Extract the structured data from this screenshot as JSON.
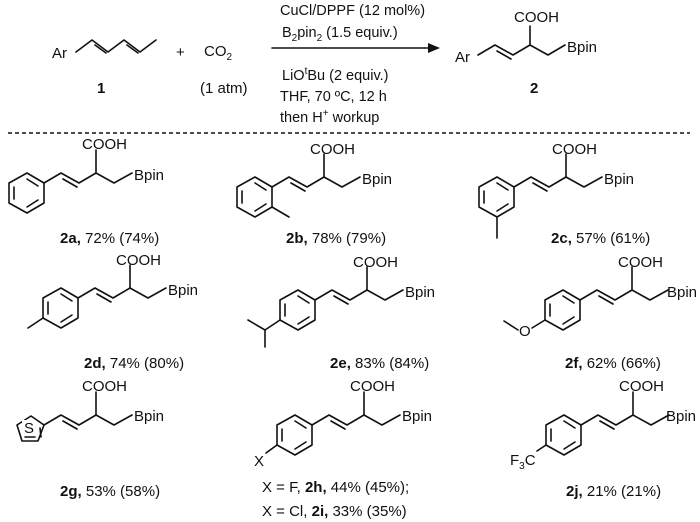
{
  "reaction": {
    "reactant_label": "1",
    "reactant_aryl": "Ar",
    "plus": "+",
    "co2": "CO",
    "co2_sub": "2",
    "co2_pressure": "(1 atm)",
    "conditions": {
      "catalyst": "CuCl/DPPF (12 mol%)",
      "boron_a": "B",
      "boron_sub1": "2",
      "boron_b": "pin",
      "boron_sub2": "2",
      "boron_equiv": " (1.5 equiv.)",
      "base_a": "LiO",
      "base_t": "t",
      "base_b": "Bu (2 equiv.)",
      "solvent": "THF, 70 ºC, 12 h",
      "workup_a": "then H",
      "workup_sup": "+",
      "workup_b": " workup"
    },
    "product_label": "2",
    "product_aryl": "Ar",
    "cooh": "COOH",
    "bpin": "Bpin"
  },
  "products": [
    {
      "id": "2a",
      "yield": "72% (74%)"
    },
    {
      "id": "2b",
      "yield": "78% (79%)"
    },
    {
      "id": "2c",
      "yield": "57% (61%)"
    },
    {
      "id": "2d",
      "yield": "74% (80%)"
    },
    {
      "id": "2e",
      "yield": "83% (84%)"
    },
    {
      "id": "2f",
      "yield": "62% (66%)"
    },
    {
      "id": "2g",
      "yield": "53% (58%)"
    },
    {
      "id": "2h",
      "prefix": "X = F, ",
      "yield": "44% (45%);"
    },
    {
      "id": "2i",
      "prefix": "X = Cl, ",
      "yield": "33% (35%)"
    },
    {
      "id": "2j",
      "yield": "21% (21%)"
    }
  ],
  "atoms": {
    "cooh": "COOH",
    "bpin": "Bpin",
    "sulfur": "S",
    "oxygen": "O",
    "x": "X",
    "f3c_a": "F",
    "f3c_sub": "3",
    "f3c_b": "C"
  }
}
